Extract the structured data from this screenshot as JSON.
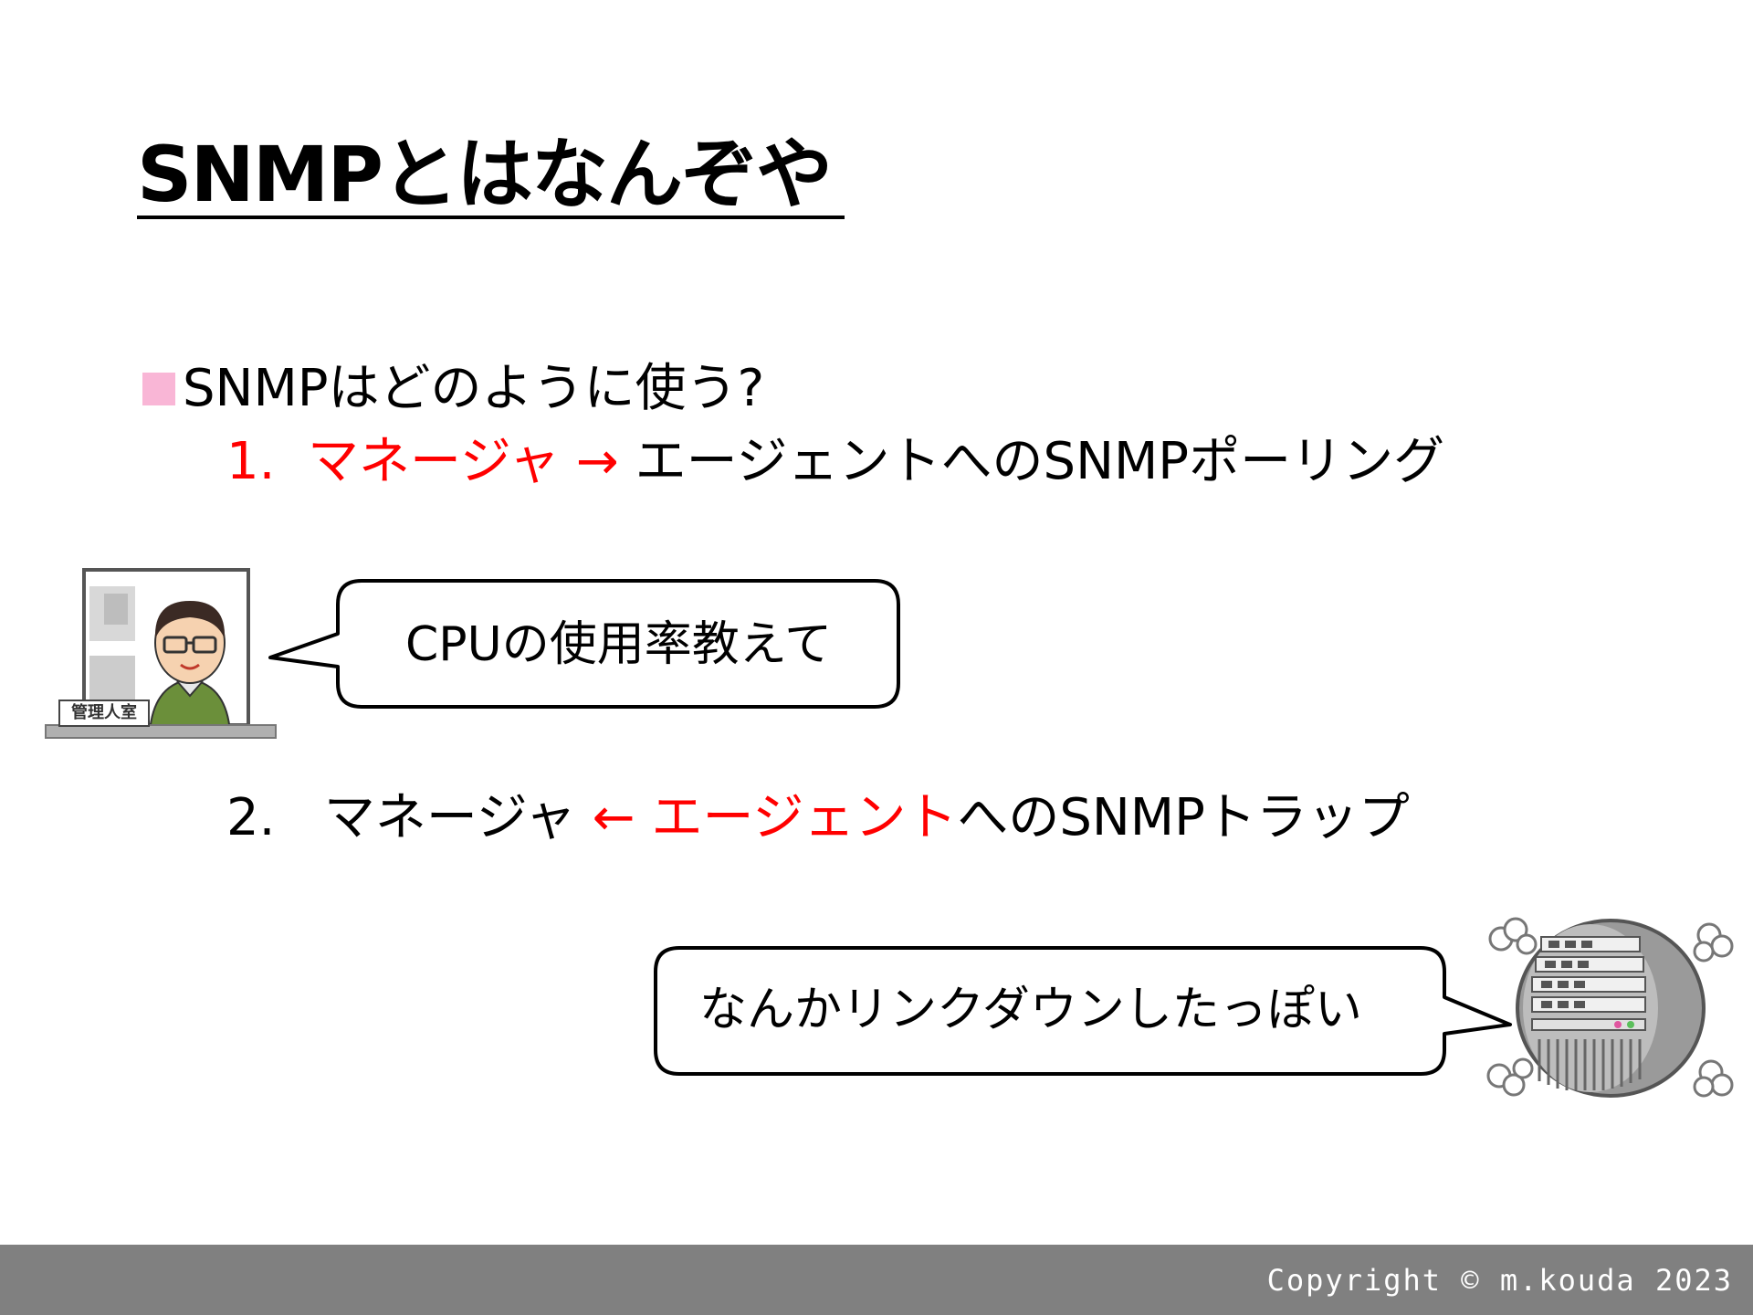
{
  "slide": {
    "title": "SNMPとはなんぞや"
  },
  "section": {
    "heading": "SNMPはどのように使う?",
    "bullet_color": "#f9b6d6"
  },
  "items": [
    {
      "number": "1.",
      "red_part": "マネージャ →",
      "rest": " エージェントへのSNMPポーリング"
    },
    {
      "number": "2.",
      "manager": "マネージャ",
      "red_part": "← エージェント",
      "rest": "へのSNMPトラップ"
    }
  ],
  "bubbles": {
    "manager_says": "CPUの使用率教えて",
    "agent_says": "なんかリンクダウンしたっぽい"
  },
  "manager_sign": "管理人室",
  "footer": {
    "copyright": "Copyright © m.kouda 2023",
    "bar_color": "#808080"
  },
  "colors": {
    "accent_red": "#ff0000"
  }
}
